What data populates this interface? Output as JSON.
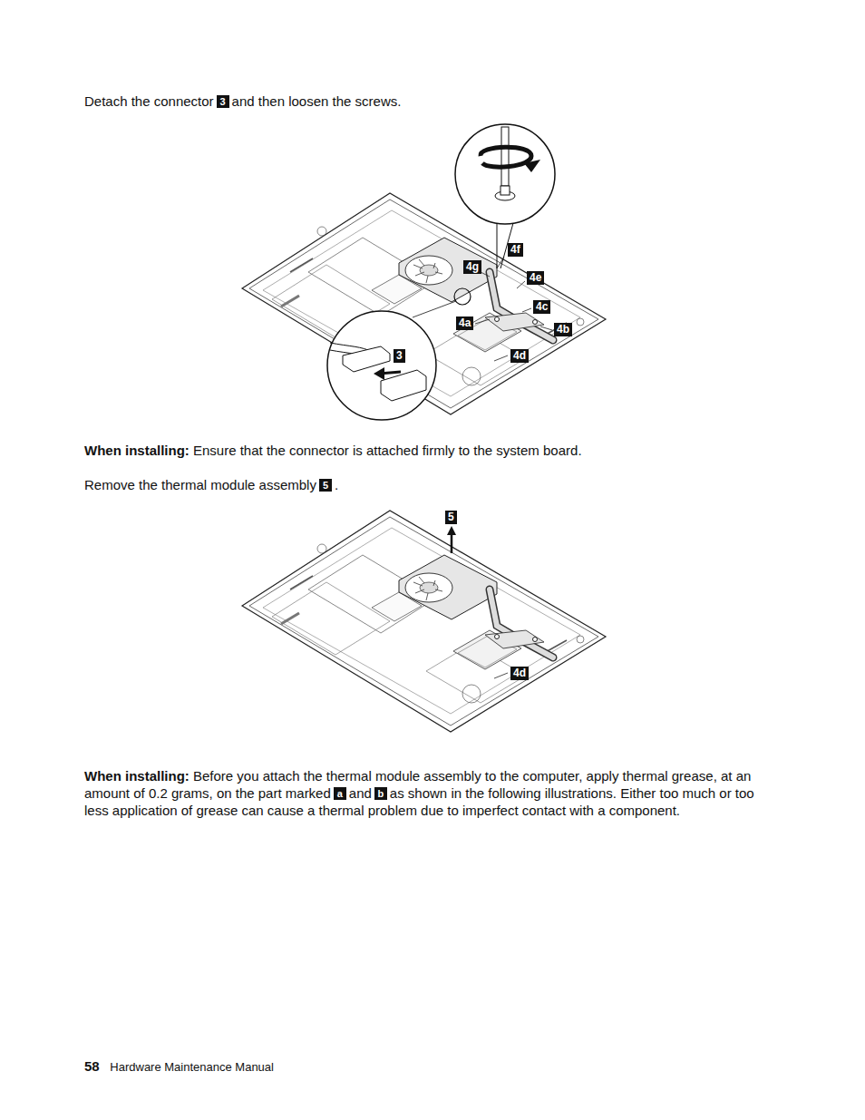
{
  "diagram": {
    "labels": [
      "Detach the connector",
      "3",
      "and then loosen the screws.",
      "4f",
      "4g",
      "4e",
      "4c",
      "4a",
      "4b",
      "4d",
      "3",
      "When installing:",
      "Ensure that the connector is attached firmly to the system board.",
      "Remove the thermal module assembly",
      "5",
      ".",
      "5",
      "4d",
      "When installing:",
      "Before you attach the thermal module assembly to the computer, apply thermal grease, at an amount of 0.2 grams, on the part marked",
      "a",
      "and",
      "b",
      "as shown in the following illustrations. Either too much or too less application of grease can cause a thermal problem due to imperfect contact with a component.",
      "58",
      "Hardware Maintenance Manual"
    ]
  }
}
